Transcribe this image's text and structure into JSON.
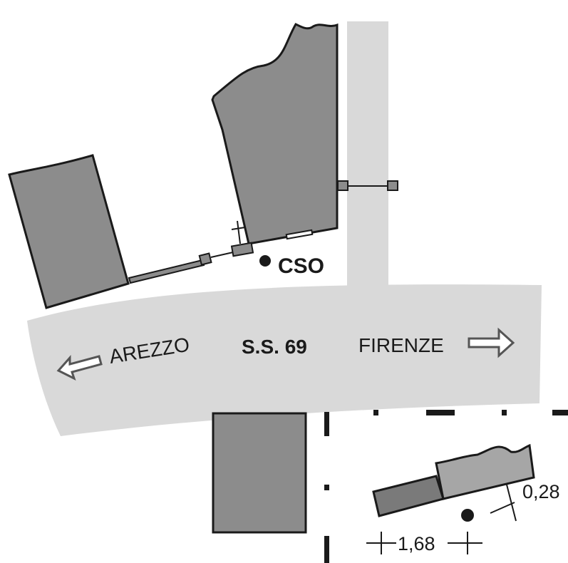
{
  "labels": {
    "cso": "CSO",
    "road": "S.S. 69",
    "left_direction": "AREZZO",
    "right_direction": "FIRENZE"
  },
  "inset": {
    "offset_label": "0,28",
    "distance_label": "1,68"
  },
  "colors": {
    "building_fill": "#8c8c8c",
    "building_light_fill": "#a6a6a6",
    "building_dark_fill": "#7a7a7a",
    "road_fill": "#d9d9d9",
    "stroke": "#1a1a1a"
  },
  "icons": [
    "arrow-left-icon",
    "arrow-right-icon",
    "cross-icon",
    "point-marker-icon"
  ]
}
